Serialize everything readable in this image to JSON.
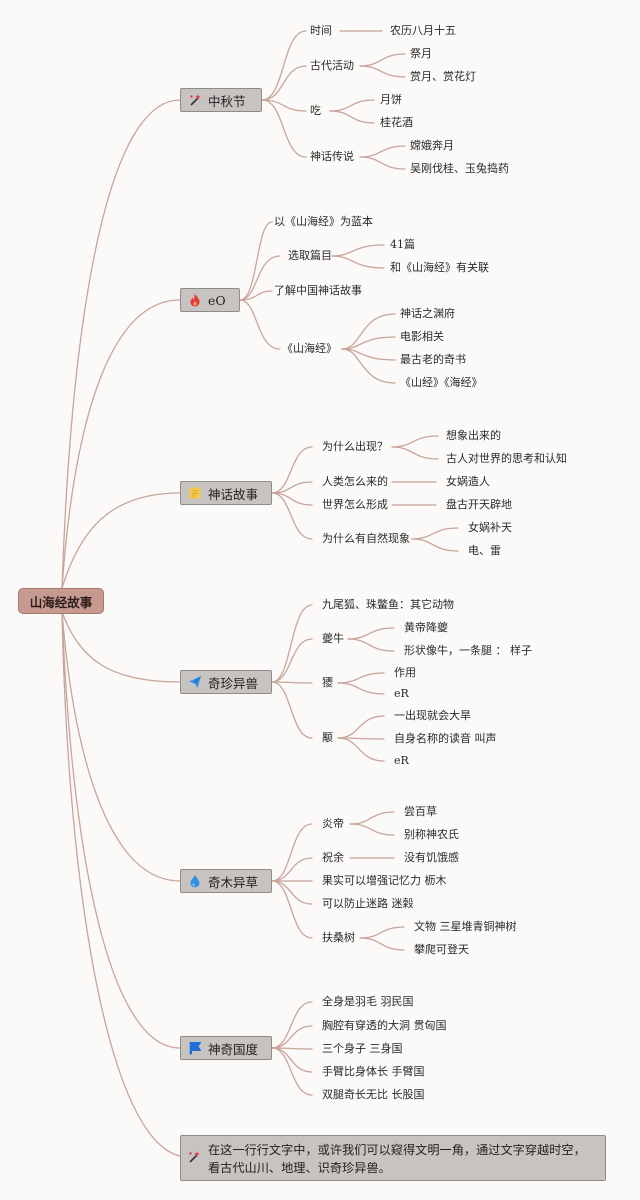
{
  "root": "山海经故事",
  "branches": {
    "mid_autumn": {
      "label": "中秋节",
      "time": "时间",
      "date": "农历八月十五",
      "ancient": "古代活动",
      "ancient_1": "祭月",
      "ancient_2": "赏月、赏花灯",
      "eat": "吃",
      "eat_1": "月饼",
      "eat_2": "桂花酒",
      "myth": "神话传说",
      "myth_1": "嫦娥奔月",
      "myth_2": "吴刚伐桂、玉兔捣药"
    },
    "intro": {
      "label": "eO",
      "item_1": "以《山海经》为蓝本",
      "select": "选取篇目",
      "select_1": "41篇",
      "select_2": "和《山海经》有关联",
      "item_3": "了解中国神话故事",
      "book": "《山海经》",
      "book_1": "神话之渊府",
      "book_2": "电影相关",
      "book_3": "最古老的奇书",
      "book_4": "《山经》《海经》"
    },
    "myths": {
      "label": "神话故事",
      "why": "为什么出现？",
      "why_1": "想象出来的",
      "why_2": "古人对世界的思考和认知",
      "human": "人类怎么来的",
      "human_1": "女娲造人",
      "world": "世界怎么形成",
      "world_1": "盘古开天辟地",
      "nature": "为什么有自然现象",
      "nature_1": "女娲补天",
      "nature_2": "电、雷"
    },
    "beasts": {
      "label": "奇珍异兽",
      "item_1": "九尾狐、珠鳖鱼：其它动物",
      "kui": "夔牛",
      "kui_1": "黄帝降夔",
      "kui_2": "形状像牛，一条腿 ： 样子",
      "ju": "獿",
      "ju_1": "作用",
      "ju_2": "eR",
      "yong": "颙",
      "yong_1": "一出现就会大旱",
      "yong_2": "自身名称的读音 叫声",
      "yong_3": "eR"
    },
    "plants": {
      "label": "奇木异草",
      "yandi": "炎帝",
      "yandi_1": "尝百草",
      "yandi_2": "别称神农氏",
      "zhuyu": "祝余",
      "zhuyu_1": "没有饥饿感",
      "item_3": "果实可以增强记忆力 枥木",
      "item_4": "可以防止迷路 迷榖",
      "fusang": "扶桑树",
      "fusang_1": "文物 三星堆青铜神树",
      "fusang_2": "攀爬可登天"
    },
    "lands": {
      "label": "神奇国度",
      "item_1": "全身是羽毛 羽民国",
      "item_2": "胸腔有穿透的大洞 贯匈国",
      "item_3": "三个身子 三身国",
      "item_4": "手臂比身体长 手臂国",
      "item_5": "双腿奇长无比 长股国"
    }
  },
  "summary": {
    "line_1": "在这一行行文字中，或许我们可以窥得文明一角，通过文字穿越时空，",
    "line_2": "看古代山川、地理、识奇珍异兽。"
  },
  "icons": {
    "mid_autumn": "wand-sparkle-icon",
    "intro": "fire-icon",
    "myths": "note-icon",
    "beasts": "paper-plane-icon",
    "plants": "water-drop-icon",
    "lands": "flag-icon",
    "summary": "wand-sparkle-icon"
  },
  "colors": {
    "link": "#c8a59a",
    "root_fill": "#c69a90",
    "node_fill": "#c7c3c0",
    "icon_red": "#e23b3b",
    "icon_yellow": "#f2c94c",
    "icon_blue": "#2f8fe6",
    "icon_dark_blue": "#1f6fd8"
  }
}
